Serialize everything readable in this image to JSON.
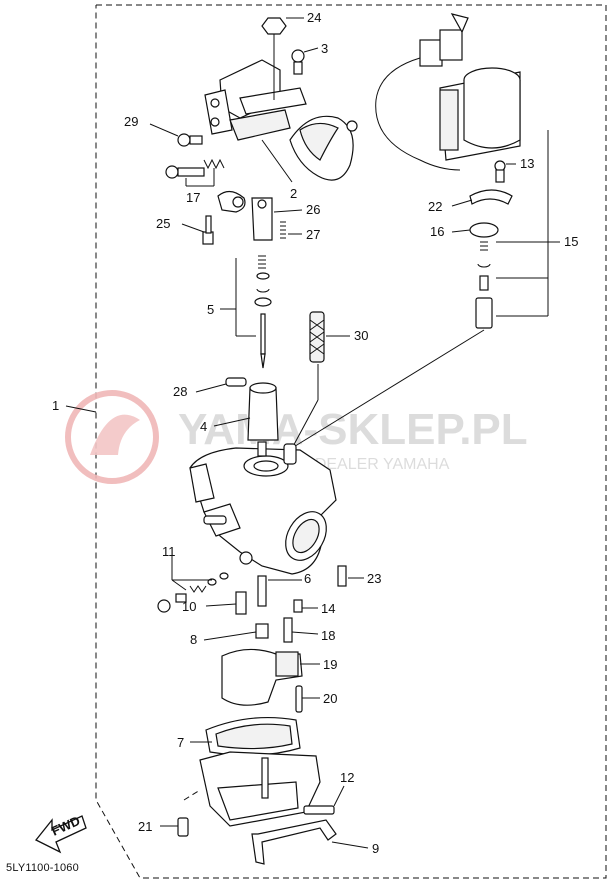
{
  "reference_code": "5LY1100-1060",
  "fwd_label": "FWD",
  "watermark": {
    "title": "YAMA-SKLEP.PL",
    "subtitle": "W... ...VICZ | DEALER YAMAHA"
  },
  "callouts": {
    "n1": "1",
    "n2": "2",
    "n3": "3",
    "n4": "4",
    "n5": "5",
    "n6": "6",
    "n7": "7",
    "n8": "8",
    "n9": "9",
    "n10": "10",
    "n11": "11",
    "n12": "12",
    "n13": "13",
    "n14": "14",
    "n15": "15",
    "n16": "16",
    "n17": "17",
    "n18": "18",
    "n19": "19",
    "n20": "20",
    "n21": "21",
    "n22": "22",
    "n23": "23",
    "n24": "24",
    "n25": "25",
    "n26": "26",
    "n27": "27",
    "n28": "28",
    "n29": "29",
    "n30": "30"
  },
  "colors": {
    "watermark_red": "#f0b7b7",
    "line": "#111111",
    "watermark_grey": "#d9d9d9"
  }
}
